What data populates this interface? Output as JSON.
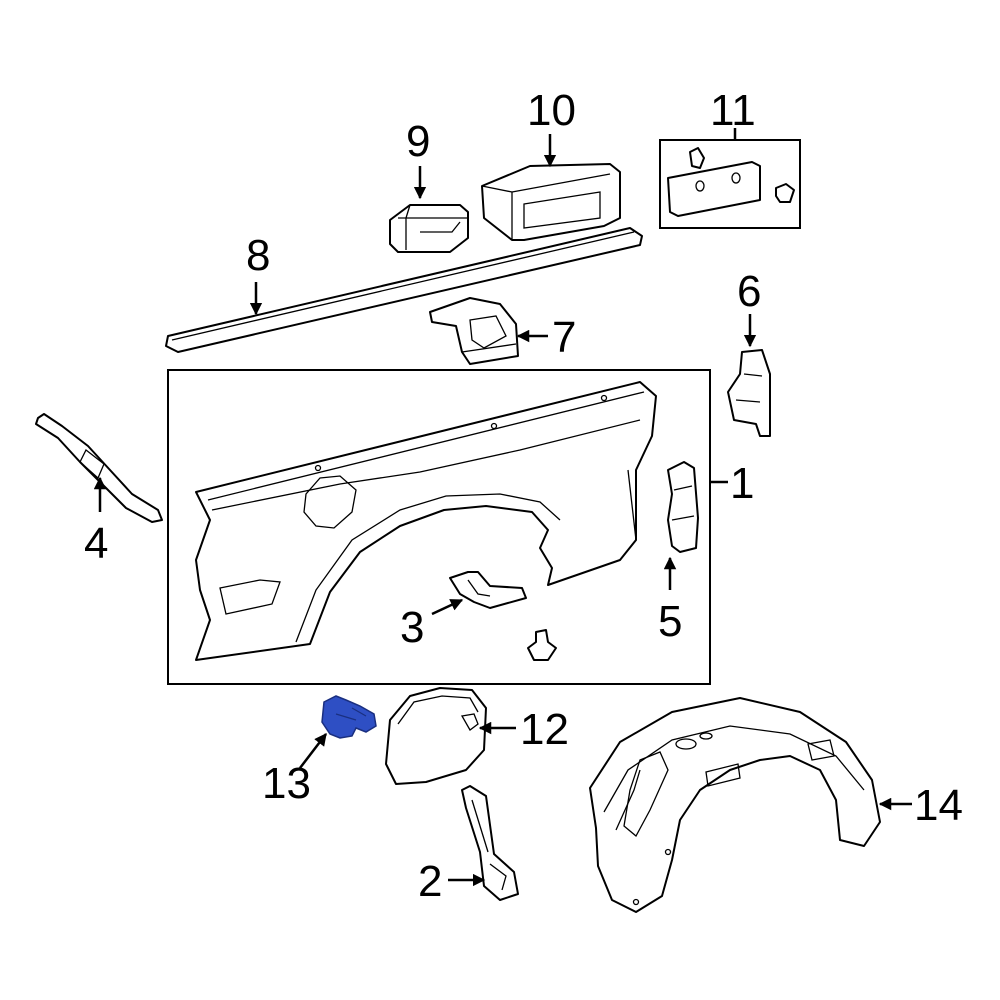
{
  "colors": {
    "highlight": "#2e4fc4",
    "line": "#000000",
    "background": "#ffffff"
  },
  "callouts": {
    "c1": "1",
    "c2": "2",
    "c3": "3",
    "c4": "4",
    "c5": "5",
    "c6": "6",
    "c7": "7",
    "c8": "8",
    "c9": "9",
    "c10": "10",
    "c11": "11",
    "c12": "12",
    "c13": "13",
    "c14": "14"
  }
}
